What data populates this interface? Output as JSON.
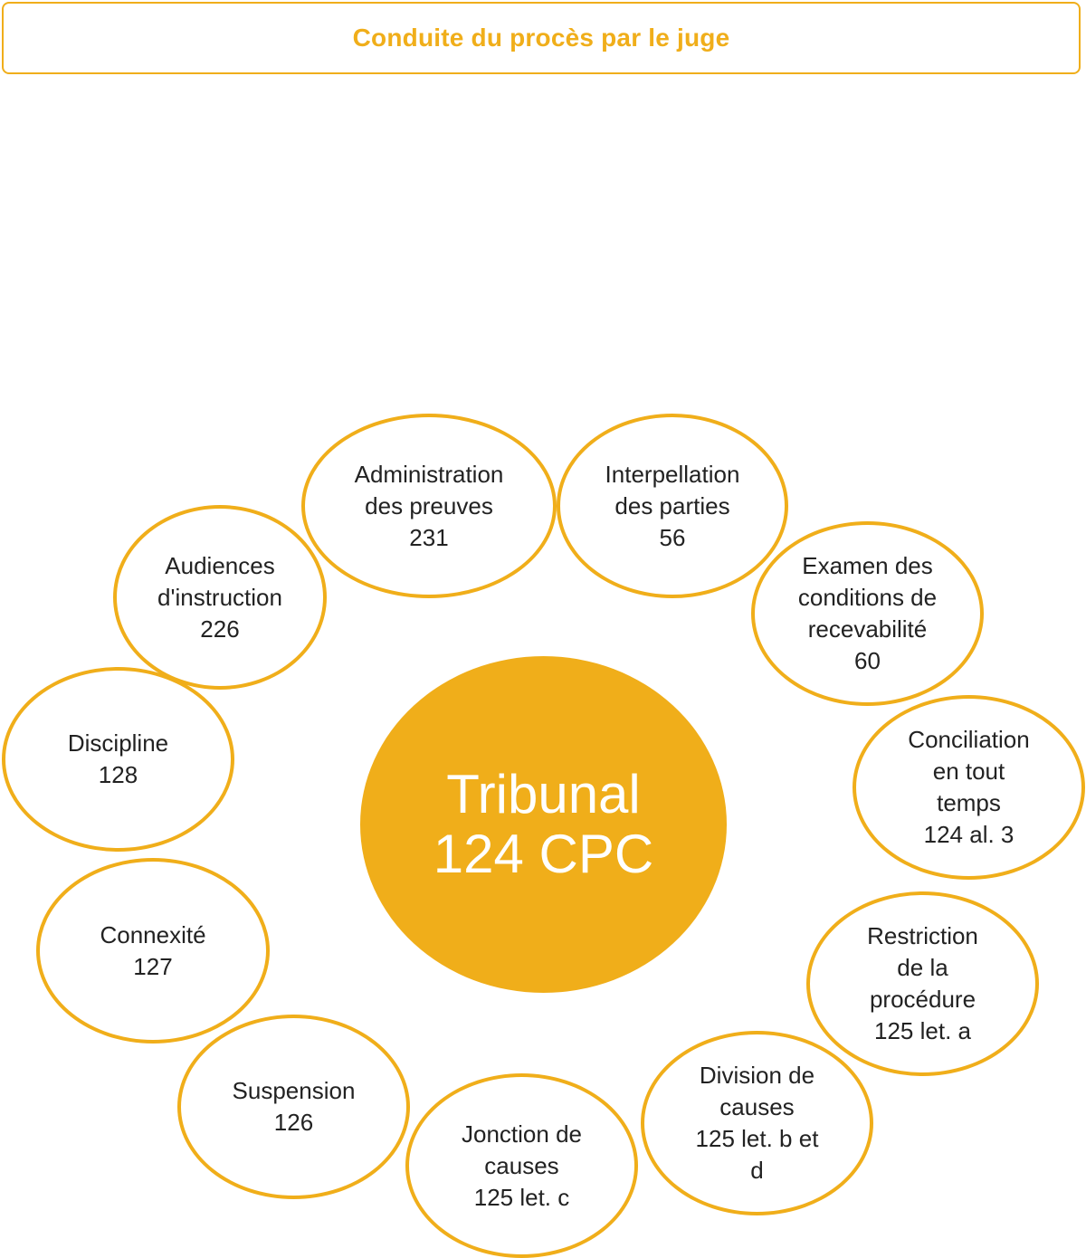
{
  "header": {
    "title": "Conduite du procès par le juge"
  },
  "center": {
    "lines": [
      "Tribunal",
      "124 CPC"
    ]
  },
  "nodes": [
    {
      "lines": [
        "Administration",
        "des preuves",
        "231"
      ]
    },
    {
      "lines": [
        "Interpellation",
        "des parties",
        "56"
      ]
    },
    {
      "lines": [
        "Examen des",
        "conditions de",
        "recevabilité",
        "60"
      ]
    },
    {
      "lines": [
        "Conciliation",
        "en tout",
        "temps",
        "124 al. 3"
      ]
    },
    {
      "lines": [
        "Restriction",
        "de la",
        "procédure",
        "125 let. a"
      ]
    },
    {
      "lines": [
        "Division de",
        "causes",
        "125 let. b et",
        "d"
      ]
    },
    {
      "lines": [
        "Jonction de",
        "causes",
        "125 let. c"
      ]
    },
    {
      "lines": [
        "Suspension",
        "126"
      ]
    },
    {
      "lines": [
        "Connexité",
        "127"
      ]
    },
    {
      "lines": [
        "Discipline",
        "128"
      ]
    },
    {
      "lines": [
        "Audiences",
        "d'instruction",
        "226"
      ]
    }
  ],
  "colors": {
    "accent": "#f0ae1a",
    "text": "#222222",
    "center_text": "#ffffff"
  }
}
